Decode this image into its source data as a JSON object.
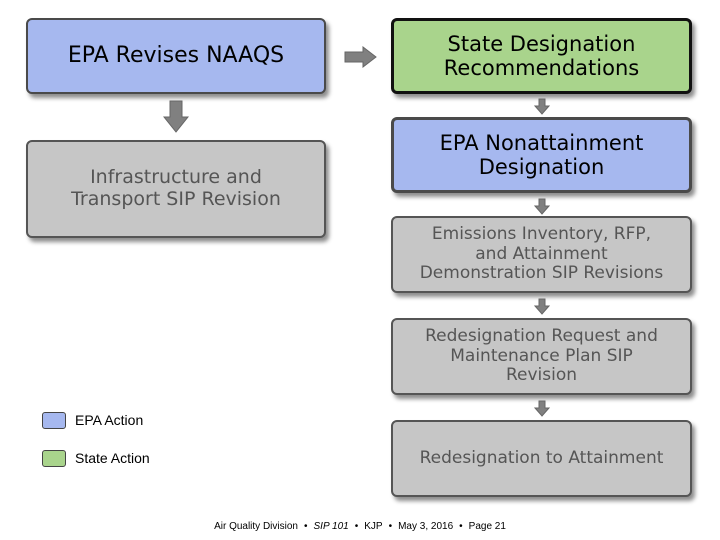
{
  "colors": {
    "epa_action": "#a6b8ef",
    "state_action": "#a9d48c",
    "gray_step": "#c6c6c6",
    "arrow": "#808080"
  },
  "boxes": {
    "epa_revises": "EPA Revises NAAQS",
    "state_designation": "State Designation\nRecommendations",
    "infrastructure": "Infrastructure and\nTransport SIP Revision",
    "nonattainment": "EPA Nonattainment\nDesignation",
    "emissions": "Emissions Inventory, RFP,\nand Attainment\nDemonstration SIP Revisions",
    "redesignation_request": "Redesignation Request and\nMaintenance Plan SIP\nRevision",
    "redesignation_attainment": "Redesignation to Attainment"
  },
  "legend": {
    "epa_action": "EPA Action",
    "state_action": "State Action"
  },
  "footer": {
    "division": "Air Quality Division",
    "course": "SIP 101",
    "author": "KJP",
    "date": "May 3, 2016",
    "page": "Page 21"
  }
}
